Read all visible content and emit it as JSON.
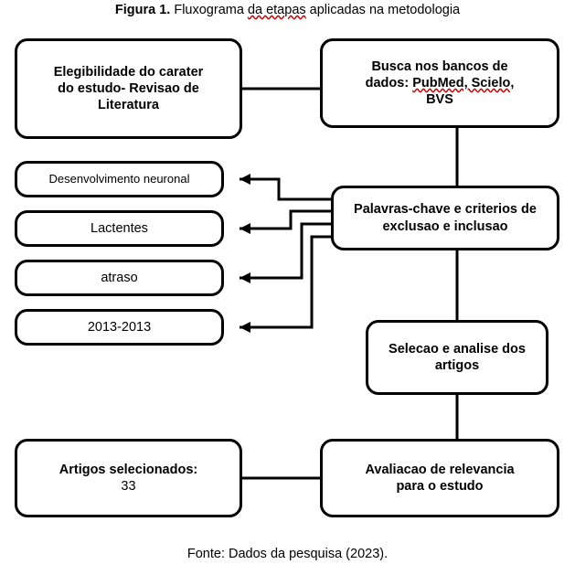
{
  "caption": {
    "prefix": "Figura 1.",
    "text_a": " Fluxograma ",
    "text_squiggly": "da etapas",
    "text_b": " aplicadas na metodologia"
  },
  "source": {
    "text": "Fonte: Dados da pesquisa (2023)."
  },
  "diagram": {
    "nodes": [
      {
        "id": "elegibilidade",
        "line1": "Elegibilidade do carater",
        "line2": "do estudo- Revisao de",
        "line3": "Literatura"
      },
      {
        "id": "busca",
        "line1": "Busca nos bancos de",
        "line2_pre": "dados: ",
        "line2_squiggly": "PubMed, Scielo,",
        "line3": "BVS"
      },
      {
        "id": "desenvolvimento",
        "line1": "Desenvolvimento neuronal"
      },
      {
        "id": "lactentes",
        "line1": "Lactentes"
      },
      {
        "id": "atraso",
        "line1": "atraso"
      },
      {
        "id": "anos",
        "line1": "2013-2013"
      },
      {
        "id": "palavras",
        "line1": "Palavras-chave e criterios de",
        "line2": "exclusao e inclusao"
      },
      {
        "id": "selecao",
        "line1": "Selecao e analise dos",
        "line2": "artigos"
      },
      {
        "id": "avaliacao",
        "line1": "Avaliacao de relevancia",
        "line2": "para o estudo"
      },
      {
        "id": "artigos",
        "line1": "Artigos selecionados:",
        "line2": "33"
      }
    ]
  },
  "colors": {
    "stroke": "#000000",
    "background": "#ffffff",
    "spellcheck_underline": "#c00000"
  }
}
